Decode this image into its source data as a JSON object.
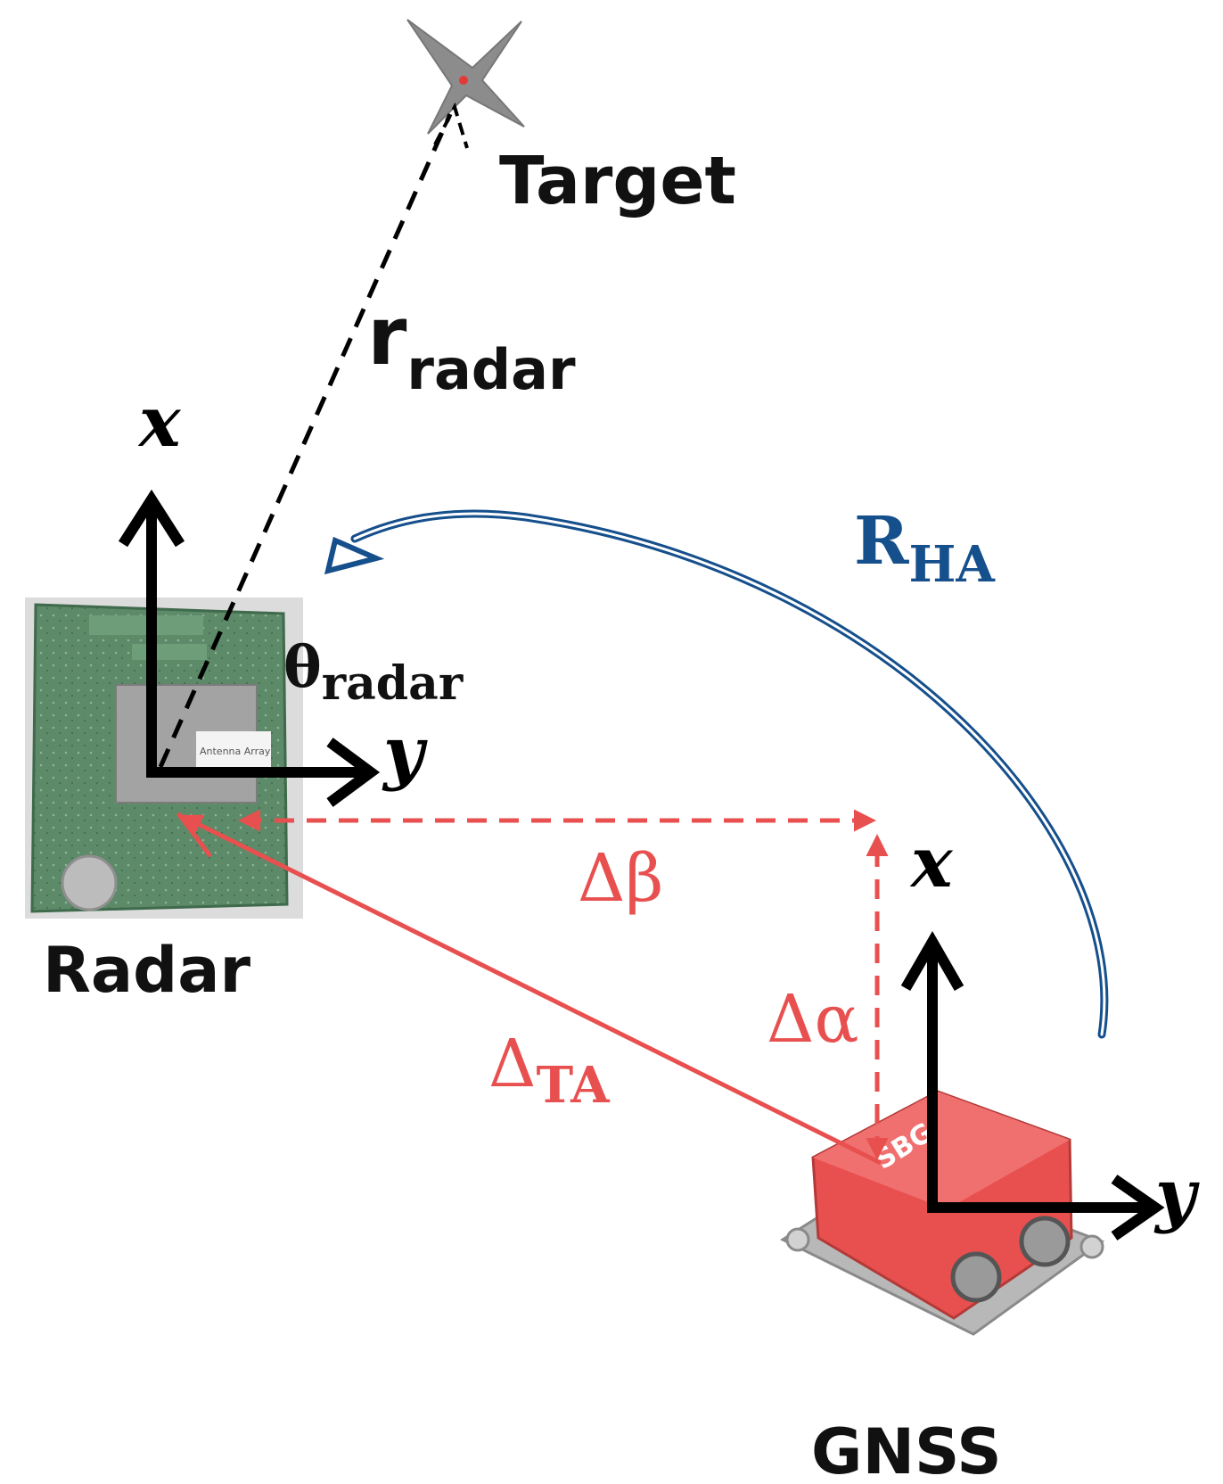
{
  "labels": {
    "target": "Target",
    "r_main": "r",
    "r_sub": "radar",
    "theta_main": "θ",
    "theta_sub": "radar",
    "radar": "Radar",
    "gnss": "GNSS",
    "rha_main": "R",
    "rha_sub": "HA",
    "delta_beta": "Δβ",
    "delta_alpha": "Δα",
    "delta_ta_main": "Δ",
    "delta_ta_sub": "TA",
    "radar_x_axis": "x",
    "radar_y_axis": "y",
    "gnss_x_axis": "x",
    "gnss_y_axis": "y",
    "radar_board_text": "Antenna Array",
    "gnss_device_text": "SBG"
  },
  "colors": {
    "axis_black": "#000000",
    "offset_red": "#e8504f",
    "rotation_blue": "#154f8c",
    "target_gray": "#8c8c8c",
    "board_green": "#4d7a5a",
    "device_red": "#e8504f"
  }
}
